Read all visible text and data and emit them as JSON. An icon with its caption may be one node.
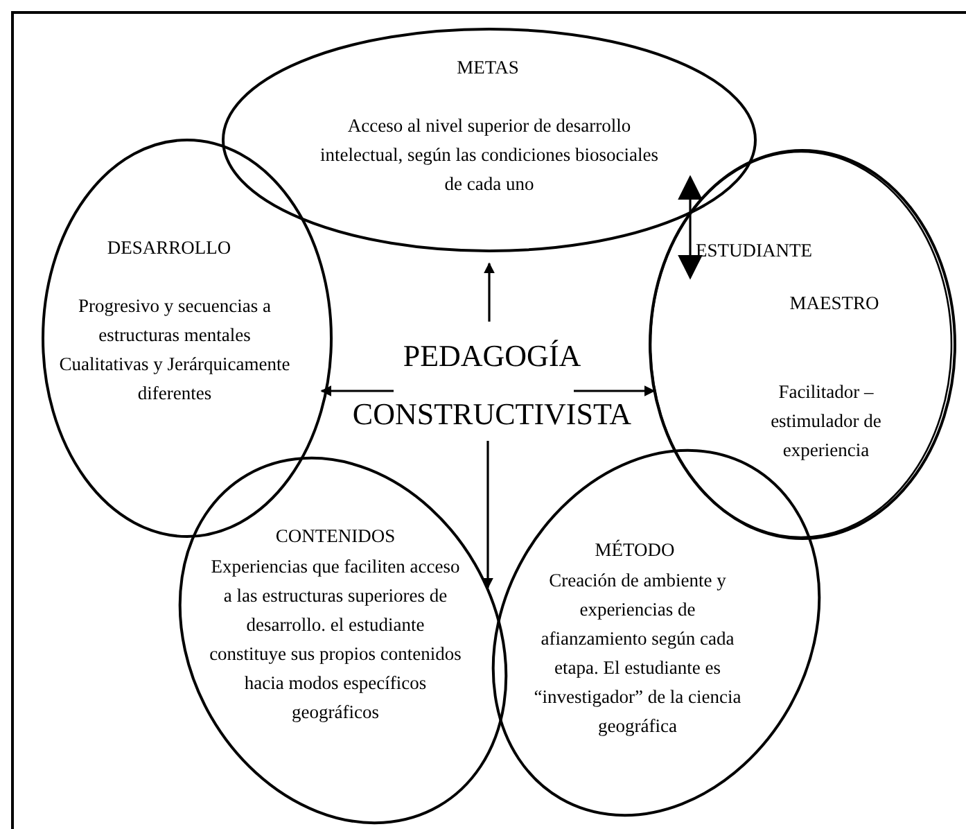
{
  "diagram": {
    "nodes": [
      {
        "text": [
          "PEDAGOGÍA CONSTRUCTIVISTA"
        ]
      },
      {
        "text": [
          "METAS",
          "Acceso al nivel superior de desarrollo intelectual, según las condiciones biosociales de cada uno"
        ]
      },
      {
        "text": [
          "DESARROLLO",
          "Progresivo y secuencias  a estructuras mentales Cualitativas y Jerárquicamente diferentes"
        ]
      },
      {
        "text": [
          "ESTUDIANTE",
          "MAESTRO",
          "Facilitador – estimulador de experiencia"
        ]
      },
      {
        "text": [
          "CONTENIDOS",
          "Experiencias que faciliten acceso a las estructuras superiores de desarrollo. el estudiante constituye sus propios contenidos hacia modos específicos geográficos"
        ]
      },
      {
        "text": [
          "MÉTODO",
          "Creación de ambiente y experiencias de afianzamiento según cada etapa. El estudiante es “investigador” de la ciencia geográfica"
        ]
      }
    ],
    "edges": [
      {
        "from": 0,
        "to": 1,
        "arrow": "to"
      },
      {
        "from": 0,
        "to": 2,
        "arrow": "to"
      },
      {
        "from": 0,
        "to": 3,
        "arrow": "to"
      },
      {
        "from": 0,
        "to": 4,
        "arrow": "to"
      },
      {
        "from": 1,
        "to": 3,
        "arrow": "both"
      }
    ]
  }
}
